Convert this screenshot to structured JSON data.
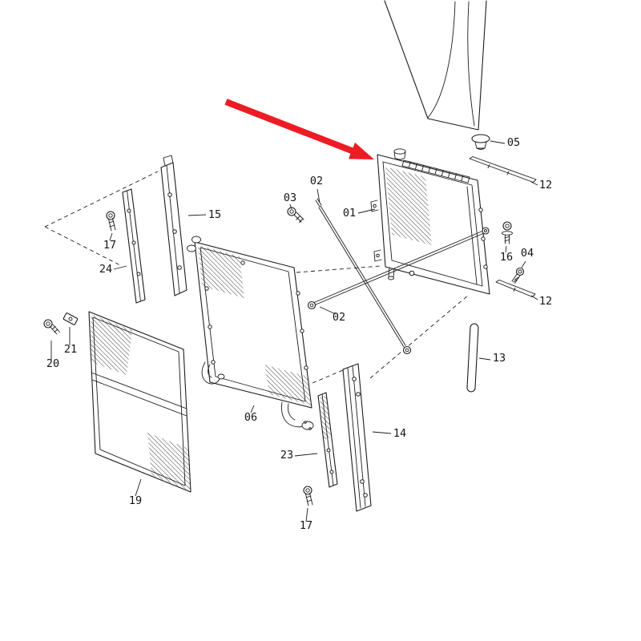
{
  "colors": {
    "arrow_red": "#ed1c24",
    "line": "#1c1c1c",
    "background": "#ffffff"
  },
  "labels": {
    "l01": "01",
    "l02a": "02",
    "l02b": "02",
    "l03": "03",
    "l04": "04",
    "l05": "05",
    "l06": "06",
    "l12a": "12",
    "l12b": "12",
    "l13": "13",
    "l14": "14",
    "l15": "15",
    "l16": "16",
    "l17a": "17",
    "l17b": "17",
    "l19": "19",
    "l20": "20",
    "l21": "21",
    "l23": "23",
    "l24": "24"
  }
}
